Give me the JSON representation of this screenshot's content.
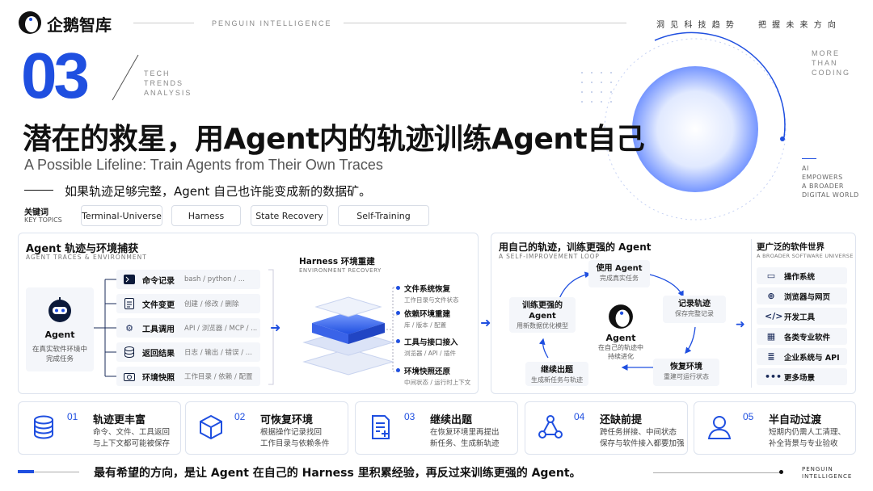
{
  "brand": {
    "name": "企鹅智库",
    "tagline": "PENGUIN INTELLIGENCE",
    "top_right_left": "洞 见 科 技 趋 势",
    "top_right_right": "把 握 未 来 方 向"
  },
  "section": {
    "number": "03",
    "tag_line1": "TECH",
    "tag_line2": "TRENDS",
    "tag_line3": "ANALYSIS"
  },
  "side_tag": {
    "l1": "MORE",
    "l2": "THAN",
    "l3": "CODING"
  },
  "side_tag2": {
    "l1": "AI",
    "l2": "EMPOWERS",
    "l3": "A BROADER",
    "l4": "DIGITAL WORLD"
  },
  "title": "潜在的救星，用Agent内的轨迹训练Agent自己",
  "subtitle_en": "A Possible Lifeline: Train Agents from Their Own Traces",
  "lead": "如果轨迹足够完整，Agent 自己也许能变成新的数据矿。",
  "keywords": {
    "label_cn": "关键词",
    "label_en": "KEY TOPICS",
    "items": [
      "Terminal-Universe",
      "Harness",
      "State Recovery",
      "Self-Training"
    ]
  },
  "left_panel": {
    "title": "Agent 轨迹与环境捕获",
    "subtitle": "AGENT TRACES & ENVIRONMENT",
    "agent_label": "Agent",
    "agent_desc": "在真实软件环境中完成任务",
    "rows": [
      {
        "icon": "terminal-icon",
        "title": "命令记录",
        "desc": "bash / python / ..."
      },
      {
        "icon": "document-icon",
        "title": "文件变更",
        "desc": "创建 / 修改 / 删除"
      },
      {
        "icon": "gear-icon",
        "title": "工具调用",
        "desc": "API / 浏览器 / MCP / ..."
      },
      {
        "icon": "database-icon",
        "title": "返回结果",
        "desc": "日志 / 输出 / 错误 / ..."
      },
      {
        "icon": "camera-icon",
        "title": "环境快照",
        "desc": "工作目录 / 依赖 / 配置"
      }
    ],
    "harness_title": "Harness 环境重建",
    "harness_sub": "ENVIRONMENT RECOVERY",
    "env_items": [
      {
        "title": "文件系统恢复",
        "desc": "工作目录与文件状态"
      },
      {
        "title": "依赖环境重建",
        "desc": "库 / 版本 / 配置"
      },
      {
        "title": "工具与接口接入",
        "desc": "浏览器 / API / 插件"
      },
      {
        "title": "环境快照还原",
        "desc": "中间状态 / 运行时上下文"
      }
    ]
  },
  "right_panel": {
    "title": "用自己的轨迹，训练更强的 Agent",
    "subtitle": "A SELF-IMPROVEMENT LOOP",
    "center_label": "Agent",
    "center_desc1": "在自己的轨迹中",
    "center_desc2": "持续进化",
    "nodes": [
      {
        "title": "使用 Agent",
        "desc": "完成真实任务"
      },
      {
        "title": "记录轨迹",
        "desc": "保存完整记录"
      },
      {
        "title": "恢复环境",
        "desc": "重建可运行状态"
      },
      {
        "title": "继续出题",
        "desc": "生成新任务与轨迹"
      },
      {
        "title": "训练更强的 Agent",
        "desc": "用新数据优化模型"
      }
    ],
    "world_title": "更广泛的软件世界",
    "world_sub": "A BROADER SOFTWARE UNIVERSE",
    "world_items": [
      {
        "icon": "laptop-icon",
        "label": "操作系统"
      },
      {
        "icon": "globe-icon",
        "label": "浏览器与网页"
      },
      {
        "icon": "code-icon",
        "label": "开发工具"
      },
      {
        "icon": "grid-icon",
        "label": "各类专业软件"
      },
      {
        "icon": "database-icon",
        "label": "企业系统与 API"
      },
      {
        "icon": "more-icon",
        "label": "更多场景"
      }
    ]
  },
  "cards": [
    {
      "num": "01",
      "icon": "database-icon",
      "title": "轨迹更丰富",
      "d1": "命令、文件、工具返回",
      "d2": "与上下文都可能被保存"
    },
    {
      "num": "02",
      "icon": "cube-icon",
      "title": "可恢复环境",
      "d1": "根据操作记录找回",
      "d2": "工作目录与依赖条件"
    },
    {
      "num": "03",
      "icon": "edit-doc-icon",
      "title": "继续出题",
      "d1": "在恢复环境里再提出",
      "d2": "新任务、生成新轨迹"
    },
    {
      "num": "04",
      "icon": "network-icon",
      "title": "还缺前提",
      "d1": "跨任务拼接、中间状态",
      "d2": "保存与软件接入都要加强"
    },
    {
      "num": "05",
      "icon": "user-icon",
      "title": "半自动过渡",
      "d1": "短期内仍需人工清理、",
      "d2": "补全背景与专业验收"
    }
  ],
  "footer": {
    "text": "最有希望的方向，是让 Agent 在自己的 Harness 里积累经验，再反过来训练更强的 Agent。",
    "tag1": "PENGUIN",
    "tag2": "INTELLIGENCE"
  },
  "colors": {
    "accent": "#1f4fe0",
    "panel_bg": "#f4f6fa",
    "border": "#dde3ee"
  }
}
